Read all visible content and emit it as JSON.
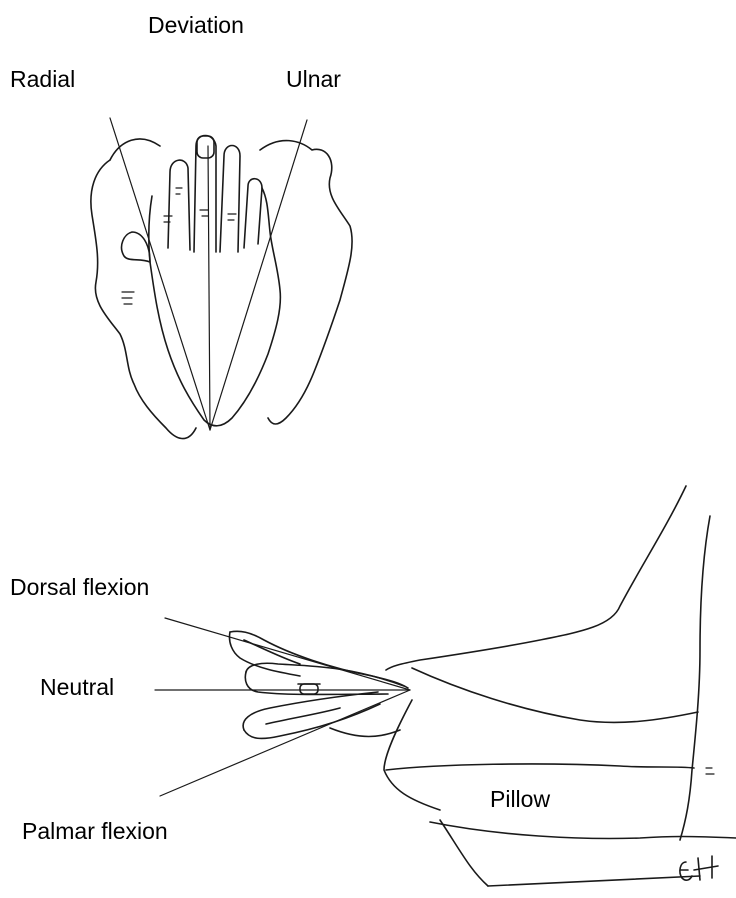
{
  "labels": {
    "deviation": "Deviation",
    "radial": "Radial",
    "ulnar": "Ulnar",
    "dorsal_flexion": "Dorsal flexion",
    "neutral": "Neutral",
    "palmar_flexion": "Palmar flexion",
    "pillow": "Pillow"
  },
  "signature": "EH",
  "colors": {
    "ink": "#1a1a1a",
    "background": "#ffffff"
  }
}
